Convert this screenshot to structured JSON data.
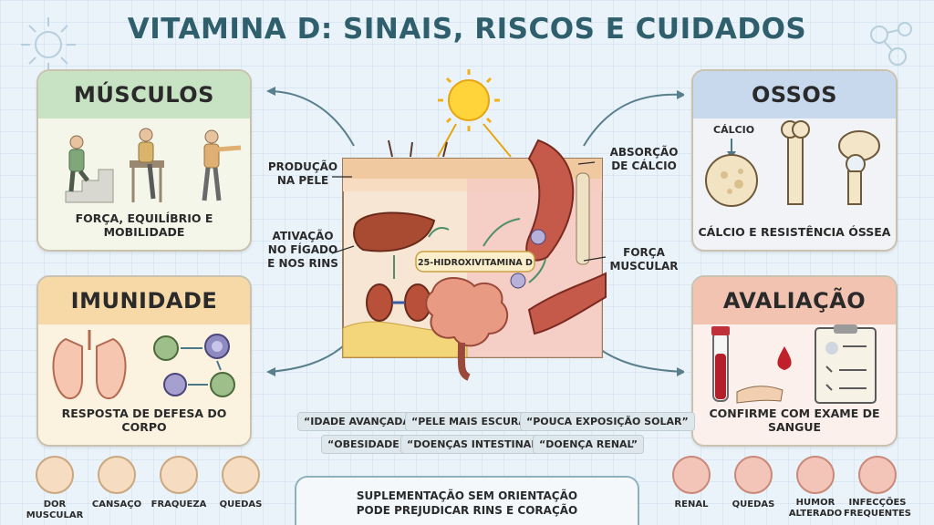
{
  "title": "VITAMINA D: SINAIS, RISCOS E CUIDADOS",
  "cards": {
    "musculos": {
      "title": "MÚSCULOS",
      "caption": "FORÇA, EQUILÍBRIO E MOBILIDADE"
    },
    "ossos": {
      "title": "OSSOS",
      "caption": "CÁLCIO E RESISTÊNCIA ÓSSEA",
      "inner_label": "CÁLCIO"
    },
    "imunidade": {
      "title": "IMUNIDADE",
      "caption": "RESPOSTA DE DEFESA DO CORPO"
    },
    "avaliacao": {
      "title": "AVALIAÇÃO",
      "caption": "CONFIRME COM EXAME DE SANGUE"
    }
  },
  "center": {
    "producao": "PRODUÇÃO\nNA PELE",
    "ativacao": "ATIVAÇÃO\nNO FÍGADO\nE NOS RINS",
    "absorcao": "ABSORÇÃO\nDE CÁLCIO",
    "forca": "FORÇA\nMUSCULAR",
    "metabolite": "25-HIDROXIVITAMINA D"
  },
  "risk_factors": [
    "“IDADE AVANÇADA”",
    "“PELE MAIS ESCURA”",
    "“POUCA EXPOSIÇÃO SOLAR”",
    "“OBESIDADE”",
    "“DOENÇAS INTESTINAIS”",
    "“DOENÇA RENAL”"
  ],
  "symptoms_left": [
    "DOR MUSCULAR",
    "CANSAÇO",
    "FRAQUEZA",
    "QUEDAS"
  ],
  "symptoms_right": [
    "RENAL",
    "QUEDAS",
    "HUMOR\nALTERADO",
    "INFECÇÕES\nFREQUENTES"
  ],
  "warning": "SUPLEMENTAÇÃO SEM ORIENTAÇÃO\nPODE PREJUDICAR RINS E CORAÇÃO",
  "colors": {
    "title": "#2f5f6c",
    "musculos_header": "#c8e3c4",
    "ossos_header": "#c8d9ee",
    "imunidade_header": "#f6d9a7",
    "avaliacao_header": "#f3c3b2",
    "background": "#eaf3fa"
  },
  "icons": [
    "sun-icon",
    "elderly-stairs-icon",
    "bone-icon",
    "lungs-icon",
    "cell-icon",
    "blood-tube-icon",
    "blood-drop-icon",
    "clipboard-icon",
    "liver-icon",
    "kidney-icon",
    "intestine-icon",
    "muscle-icon"
  ]
}
